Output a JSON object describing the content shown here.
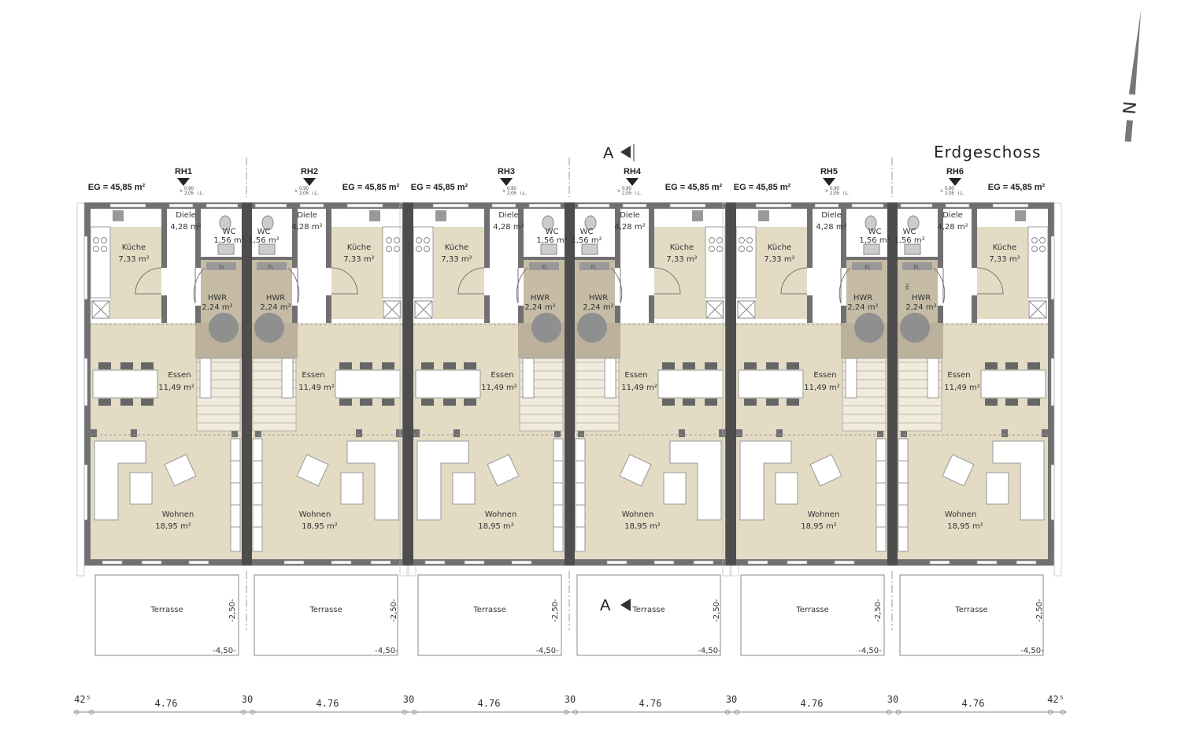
{
  "title": "Erdgeschoss",
  "north_label": "N",
  "section_marker": "A",
  "colors": {
    "floor": "#e4dbc5",
    "utility": "#c6bba5",
    "wall": "#707070",
    "party_wall": "#4d4d4d"
  },
  "units": [
    {
      "label": "RH1",
      "eg_area": "EG = 45,85 m²"
    },
    {
      "label": "RH2",
      "eg_area": "EG = 45,85 m²"
    },
    {
      "label": "RH3",
      "eg_area": "EG = 45,85 m²"
    },
    {
      "label": "RH4",
      "eg_area": "EG = 45,85 m²"
    },
    {
      "label": "RH5",
      "eg_area": "EG = 45,85 m²"
    },
    {
      "label": "RH6",
      "eg_area": "EG = 45,85 m²"
    }
  ],
  "door_note": {
    "top": "0,90",
    "bottom": "2,05",
    "prefix": "≥",
    "suffix": "i.L."
  },
  "rooms": {
    "kueche": {
      "name": "Küche",
      "area": "7,33 m²"
    },
    "diele": {
      "name": "Diele",
      "area": "4,28 m²"
    },
    "wc": {
      "name": "WC",
      "area": "1,56 m²"
    },
    "hwr": {
      "name": "HWR",
      "area": "2,24 m²"
    },
    "essen": {
      "name": "Essen",
      "area": "11,49 m²"
    },
    "wohnen": {
      "name": "Wohnen",
      "area": "18,95 m²"
    },
    "terrasse": {
      "name": "Terrasse"
    }
  },
  "fixture_labels": {
    "el": "EL",
    "ha": "HA"
  },
  "terrace_dims": {
    "depth": "-2,50-",
    "width": "-4,50-"
  },
  "bottom_dims": [
    "42⁵",
    "4.76",
    "30",
    "4.76",
    "30",
    "4.76",
    "30",
    "4.76",
    "30",
    "4.76",
    "30",
    "4.76",
    "42⁵"
  ]
}
